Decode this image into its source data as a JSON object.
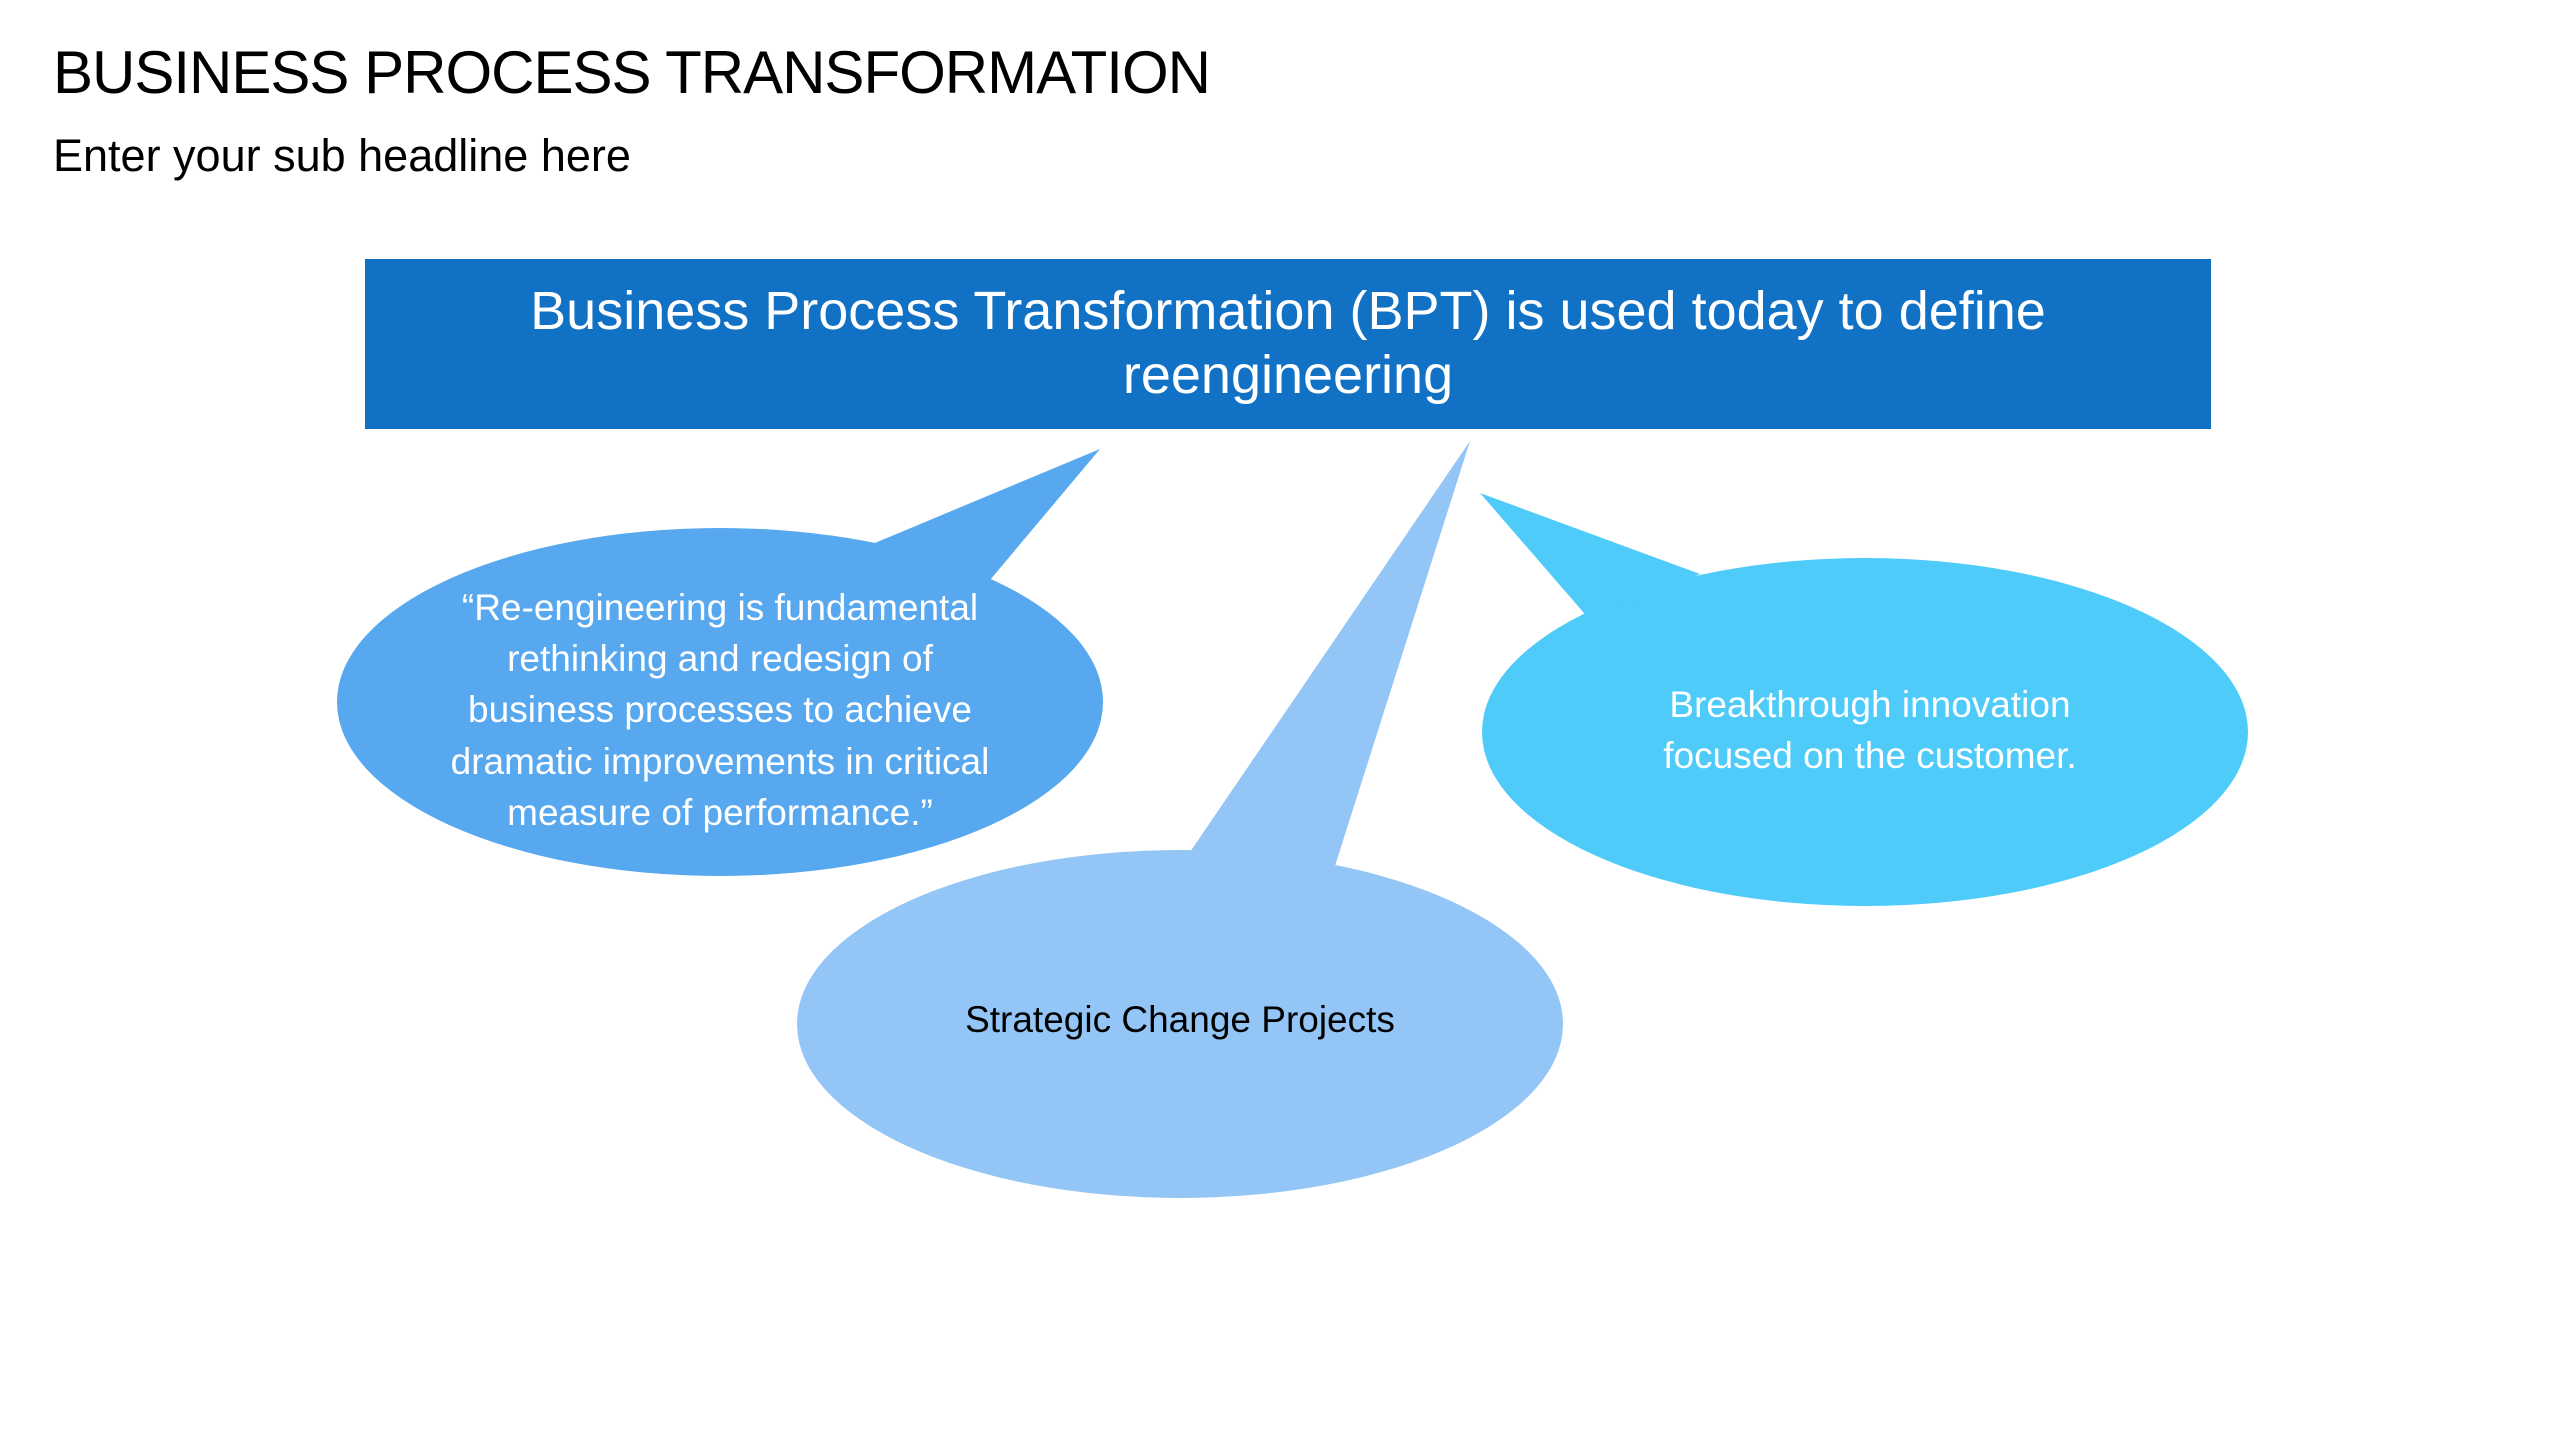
{
  "title": "BUSINESS PROCESS TRANSFORMATION",
  "subtitle": "Enter your sub headline here",
  "banner": {
    "line1": "Business Process Transformation (BPT) is used today to define",
    "line2": "reengineering"
  },
  "callouts": [
    {
      "lines": [
        "“Re-engineering is fundamental",
        "rethinking and redesign of",
        "business processes to achieve",
        "dramatic improvements in critical",
        "measure of performance.”"
      ],
      "color": "#57a8ee"
    },
    {
      "lines": [
        "Strategic Change Projects"
      ],
      "color": "#93c6f6"
    },
    {
      "lines": [
        "Breakthrough innovation",
        "focused on the customer."
      ],
      "color": "#4fcbfa"
    }
  ],
  "colors": {
    "banner": "#1171c5"
  }
}
